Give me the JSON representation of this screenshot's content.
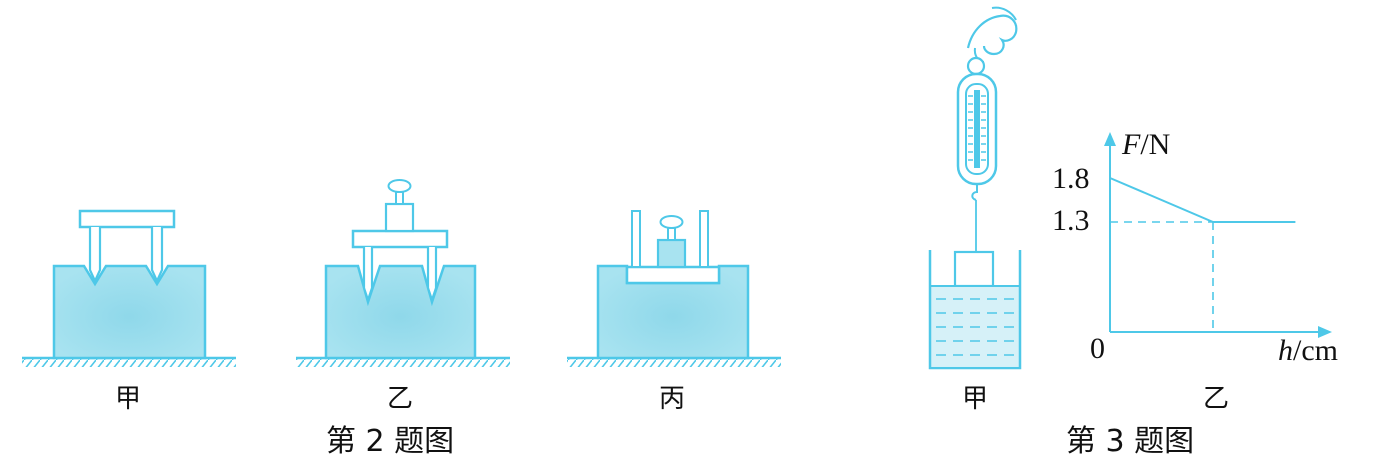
{
  "figure2": {
    "caption": "第 2 题图",
    "panels": [
      {
        "label": "甲"
      },
      {
        "label": "乙"
      },
      {
        "label": "丙"
      }
    ]
  },
  "figure3": {
    "caption": "第 3 题图",
    "panel_a_label": "甲",
    "panel_b_label": "乙"
  },
  "colors": {
    "cyan_line": "#4ec8e8",
    "cyan_fill": "#9fe0ef",
    "water": "#c7eef7",
    "ink": "#111111"
  },
  "chart_data": {
    "type": "line",
    "title": "",
    "xlabel_var": "h",
    "xlabel_unit": "/cm",
    "ylabel_var": "F",
    "ylabel_unit": "/N",
    "origin_label": "0",
    "y_ticks": [
      "1.8",
      "1.3"
    ],
    "series": [
      {
        "points": [
          [
            0,
            1.8
          ],
          [
            1,
            1.3
          ],
          [
            1.8,
            1.3
          ]
        ]
      }
    ],
    "x_unlabeled_break": 1,
    "dashed_guides": true
  }
}
